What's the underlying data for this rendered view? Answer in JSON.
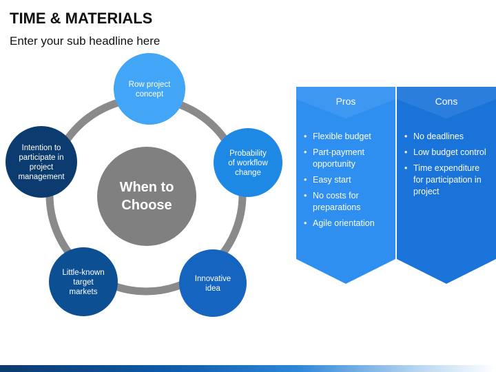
{
  "title": "TIME & MATERIALS",
  "subtitle": "Enter your sub headline here",
  "center": {
    "lines": [
      "When to",
      "Choose"
    ]
  },
  "nodes": [
    {
      "id": "row-project-concept",
      "lines": [
        "Row project",
        "concept"
      ],
      "color": "#42a5f5"
    },
    {
      "id": "probability-of-workflow-change",
      "lines": [
        "Probability",
        "of workflow",
        "change"
      ],
      "color": "#1e88e5"
    },
    {
      "id": "innovative-idea",
      "lines": [
        "Innovative",
        "idea"
      ],
      "color": "#1565c0"
    },
    {
      "id": "little-known-target-markets",
      "lines": [
        "Little-known",
        "target",
        "markets"
      ],
      "color": "#0d4f93"
    },
    {
      "id": "intention-to-participate",
      "lines": [
        "Intention to",
        "participate in",
        "project",
        "management"
      ],
      "color": "#0b3b6f"
    }
  ],
  "colors": {
    "ring": "#8a8a8a",
    "center": "#808080",
    "pros": "#2e8ff0",
    "cons": "#1a73d9"
  },
  "pros": {
    "title": "Pros",
    "items": [
      "Flexible budget",
      "Part-payment opportunity",
      "Easy start",
      "No costs for preparations",
      "Agile orientation"
    ]
  },
  "cons": {
    "title": "Cons",
    "items": [
      "No deadlines",
      "Low budget control",
      "Time expenditure for participation in project"
    ]
  }
}
